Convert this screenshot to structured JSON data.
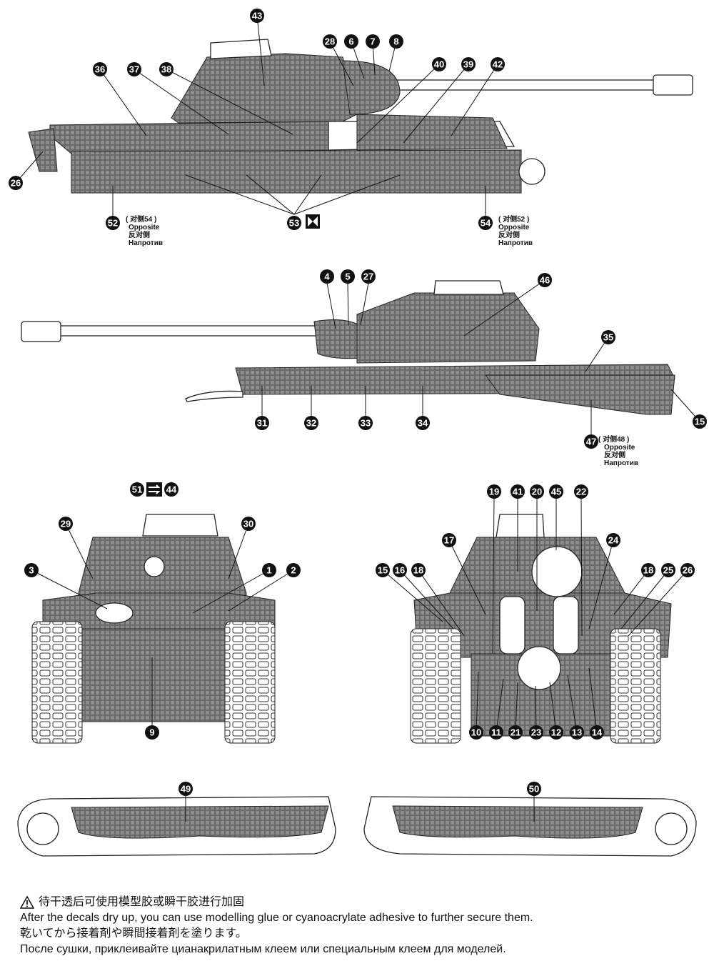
{
  "callouts": {
    "side_left": [
      "43",
      "28",
      "6",
      "7",
      "8",
      "36",
      "37",
      "38",
      "40",
      "39",
      "42",
      "26",
      "52",
      "53",
      "54"
    ],
    "side_right": [
      "4",
      "5",
      "27",
      "46",
      "35",
      "15",
      "31",
      "32",
      "33",
      "34",
      "47"
    ],
    "front": [
      "51",
      "44",
      "29",
      "30",
      "3",
      "1",
      "2",
      "9"
    ],
    "rear": [
      "19",
      "41",
      "20",
      "45",
      "22",
      "17",
      "24",
      "15",
      "16",
      "18",
      "18",
      "25",
      "26",
      "10",
      "11",
      "21",
      "23",
      "12",
      "13",
      "14"
    ],
    "skirts": [
      "49",
      "50"
    ]
  },
  "notes": {
    "n52": {
      "num": "52",
      "text": "( 对侧54 )",
      "en": "Opposite",
      "zh": "反对侧",
      "ru": "Напротив"
    },
    "n54": {
      "num": "54",
      "text": "( 对侧52 )",
      "en": "Opposite",
      "zh": "反对侧",
      "ru": "Напротив"
    },
    "n47": {
      "num": "47",
      "text": "( 对侧48 )",
      "en": "Opposite",
      "zh": "反对侧",
      "ru": "Напротив"
    }
  },
  "icons": [
    "mirror-icon",
    "swap-arrow-icon",
    "warning-triangle-icon"
  ],
  "footer": {
    "zh": "待干透后可使用模型胶或瞬干胶进行加固",
    "en": "After the decals dry up, you can use modelling glue or cyanoacrylate adhesive to further secure them.",
    "ja": "乾いてから接着剤や瞬間接着剤を塗ります。",
    "ru": "После сушки, приклеивайте цианакрилатным клеем или специальным клеем для моделей."
  }
}
